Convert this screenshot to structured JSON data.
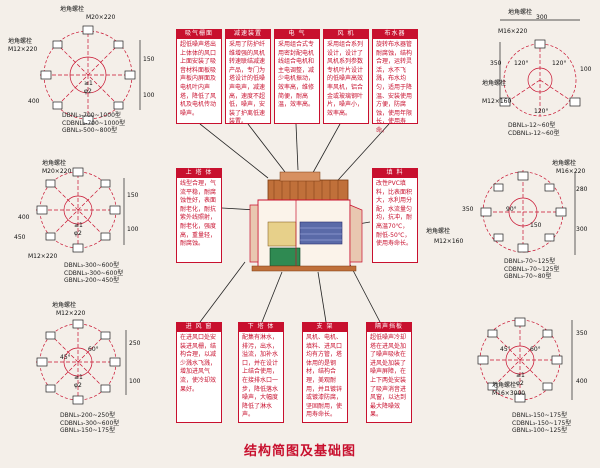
{
  "title": "结构简图及基础图",
  "bolt_label": "地角螺栓",
  "theta_label": "θ",
  "callouts_top": [
    {
      "title": "吸气栅面",
      "text": "超低噪声塔出上体体的风口上面安装了吸音材料面板吸声板内屏面及电机叶内声塔，降低了风机及电机传动噪声。"
    },
    {
      "title": "减速装置",
      "text": "采用了防护纤维增强的风机转速联结减速产品，专门为塔设计的低噪声电声，减速高，速度不超低，噪声，安装了护离低速装置。"
    },
    {
      "title": "电 气",
      "text": "采用组合式专用密封配电机线组合电机和主电调整，减少电机振动，效率高，维修简便，耐高温，效率高。"
    },
    {
      "title": "风 机",
      "text": "采用组合系列设计，设计了风机系列参数专机叶片设计的低噪声高效率风机，铝合金或玻璃钢叶片，噪声小，效率高。"
    },
    {
      "title": "布水器",
      "text": "旋转布水器管耐腐蚀，结构合理，运转灵活，水不飞溅，布水均匀，适用于降温、安装使用方便，防腐蚀，使用年限长，使用寿命。"
    }
  ],
  "callouts_mid": [
    {
      "title": "上 塔 体",
      "text": "线型合理，气流平稳，耐腐蚀性好，表面耐老化，耐抗紫外线照射，耐老化，强度高，重量轻，耐腐蚀。"
    },
    {
      "title": "填 料",
      "text": "改性PVC填料，比表面积大，水利用分配，水流量匀均，抗冲，耐高温70℃，耐低-50℃，使用寿命长。"
    }
  ],
  "callouts_bottom": [
    {
      "title": "进 风 窗",
      "text": "在进风口处安装进风栅，结构合理，以减少溅水飞溅，增加进风气流，使冷却效果好。"
    },
    {
      "title": "下 塔 体",
      "text": "配集有淋水，排污，出水，溢流，加补水口，并在设计上结合使用，在接排水口一步，降低落水噪声，大幅度降低了淋水声。"
    },
    {
      "title": "支 架",
      "text": "风机、电机、填料、进风口均有方管，塔体用的是钢材，结构合理，美观耐用，并且镀锌或镀漆防腐，坚固耐用，使用寿命长。"
    },
    {
      "title": "隔声挡板",
      "text": "超低噪声冷却塔在进风处加了噪声吸收在进风处加装了噪声屏障，在上下两处安装了吸声消音进风窗，以达到最大降噪效果。"
    }
  ],
  "diagrams": [
    {
      "id": "tl",
      "m": "M20×220",
      "n": "M12×220",
      "dims": [
        "150",
        "100",
        "400",
        "≥1",
        "φ2"
      ],
      "models": [
        "DBNL₃-700~1000型",
        "CDBNL₃-700~1000型",
        "GBNL₃-500~800型"
      ]
    },
    {
      "id": "ml",
      "m": "M20×220",
      "n": "M12×220",
      "dims": [
        "150",
        "100",
        "450",
        "400",
        "≥1",
        "φ2"
      ],
      "models": [
        "DBNL₃-300~600型",
        "CDBNL₃-300~600型",
        "GBNL₃-200~450型"
      ]
    },
    {
      "id": "bl",
      "m": "M12×220",
      "n": "",
      "dims": [
        "250",
        "100",
        "60°",
        "45°",
        "≥1",
        "φ2"
      ],
      "models": [
        "DBNL₃-200~250型",
        "CDBNL₃-300~600型",
        "GBNL₃-150~175型"
      ]
    },
    {
      "id": "tr",
      "m": "M16×220",
      "n": "M12×160",
      "dims": [
        "300",
        "350",
        "100",
        "120°",
        "120°",
        "120°"
      ],
      "models": [
        "DBNL₃-12~60型",
        "CDBNL₃-12~60型"
      ]
    },
    {
      "id": "mr",
      "m": "M16×220",
      "n": "M12×160",
      "dims": [
        "280",
        "300",
        "350",
        "90°",
        "150"
      ],
      "models": [
        "DBNL₃-70~125型",
        "CDBNL₃-70~125型",
        "GBNL₃-70~80型"
      ]
    },
    {
      "id": "br",
      "m": "M16×3000",
      "n": "",
      "dims": [
        "45°",
        "60°",
        "350",
        "400",
        "≥1",
        "φ2"
      ],
      "models": [
        "DBNL₃-150~175型",
        "CDBNL₃-150~175型",
        "GBNL₃-100~125型"
      ]
    }
  ]
}
